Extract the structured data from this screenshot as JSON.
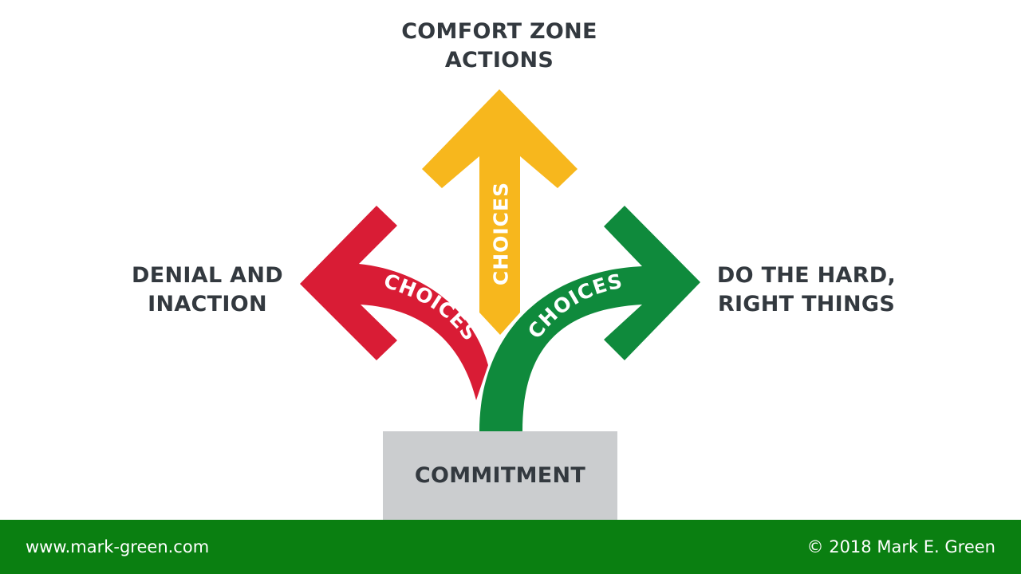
{
  "colors": {
    "text": "#33393f",
    "yellow": "#f7b71d",
    "red": "#d91c35",
    "green": "#0f8a3c",
    "commitment_box": "#cbcdcf",
    "footer": "#0a7f11",
    "arrow_text": "#ffffff"
  },
  "top_label": {
    "line1": "COMFORT ZONE",
    "line2": "ACTIONS"
  },
  "left_label": {
    "line1": "DENIAL AND",
    "line2": "INACTION"
  },
  "right_label": {
    "line1": "DO THE HARD,",
    "line2": "RIGHT THINGS"
  },
  "arrows": {
    "yellow": {
      "text": "CHOICES"
    },
    "red": {
      "text": "CHOICES"
    },
    "green": {
      "text": "CHOICES"
    }
  },
  "commitment": {
    "text": "COMMITMENT"
  },
  "footer": {
    "left_text": "www.mark-green.com",
    "right_text": "© 2018 Mark E. Green"
  }
}
